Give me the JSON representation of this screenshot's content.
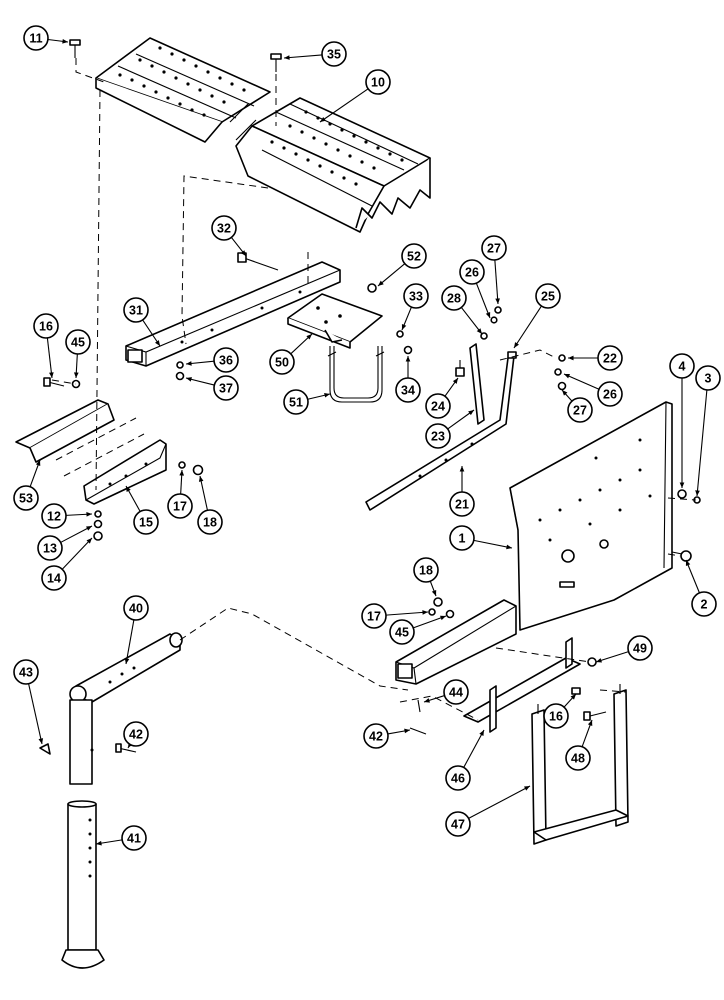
{
  "diagram": {
    "callouts": [
      {
        "id": "c1",
        "label": "1"
      },
      {
        "id": "c2",
        "label": "2"
      },
      {
        "id": "c3",
        "label": "3"
      },
      {
        "id": "c4",
        "label": "4"
      },
      {
        "id": "c10",
        "label": "10"
      },
      {
        "id": "c11",
        "label": "11"
      },
      {
        "id": "c12",
        "label": "12"
      },
      {
        "id": "c13",
        "label": "13"
      },
      {
        "id": "c14",
        "label": "14"
      },
      {
        "id": "c15",
        "label": "15"
      },
      {
        "id": "c16a",
        "label": "16"
      },
      {
        "id": "c16b",
        "label": "16"
      },
      {
        "id": "c17a",
        "label": "17"
      },
      {
        "id": "c17b",
        "label": "17"
      },
      {
        "id": "c18a",
        "label": "18"
      },
      {
        "id": "c18b",
        "label": "18"
      },
      {
        "id": "c21",
        "label": "21"
      },
      {
        "id": "c22",
        "label": "22"
      },
      {
        "id": "c23",
        "label": "23"
      },
      {
        "id": "c24",
        "label": "24"
      },
      {
        "id": "c25",
        "label": "25"
      },
      {
        "id": "c26a",
        "label": "26"
      },
      {
        "id": "c26b",
        "label": "26"
      },
      {
        "id": "c27a",
        "label": "27"
      },
      {
        "id": "c27b",
        "label": "27"
      },
      {
        "id": "c28",
        "label": "28"
      },
      {
        "id": "c31",
        "label": "31"
      },
      {
        "id": "c32",
        "label": "32"
      },
      {
        "id": "c33",
        "label": "33"
      },
      {
        "id": "c34",
        "label": "34"
      },
      {
        "id": "c35",
        "label": "35"
      },
      {
        "id": "c36",
        "label": "36"
      },
      {
        "id": "c37",
        "label": "37"
      },
      {
        "id": "c40",
        "label": "40"
      },
      {
        "id": "c41",
        "label": "41"
      },
      {
        "id": "c42a",
        "label": "42"
      },
      {
        "id": "c42b",
        "label": "42"
      },
      {
        "id": "c43",
        "label": "43"
      },
      {
        "id": "c44",
        "label": "44"
      },
      {
        "id": "c45a",
        "label": "45"
      },
      {
        "id": "c45b",
        "label": "45"
      },
      {
        "id": "c46",
        "label": "46"
      },
      {
        "id": "c47",
        "label": "47"
      },
      {
        "id": "c48",
        "label": "48"
      },
      {
        "id": "c49",
        "label": "49"
      },
      {
        "id": "c50",
        "label": "50"
      },
      {
        "id": "c51",
        "label": "51"
      },
      {
        "id": "c52",
        "label": "52"
      },
      {
        "id": "c53",
        "label": "53"
      }
    ]
  }
}
